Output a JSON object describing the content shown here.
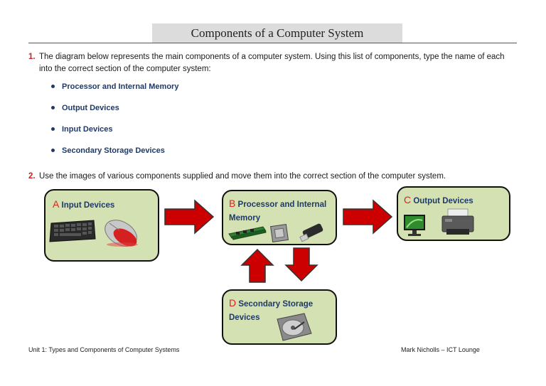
{
  "header": {
    "title": "Components of a Computer System"
  },
  "question1": {
    "number": "1.",
    "line1": "The diagram below represents the main components of a computer system. Using this list of components, type the name of each",
    "line2": "into the correct section of the computer system:"
  },
  "components_list": [
    "Processor and Internal Memory",
    "Output Devices",
    "Input Devices",
    "Secondary Storage Devices"
  ],
  "question2": {
    "number": "2.",
    "text": "Use the images of various components supplied and move them into the correct section of the computer system."
  },
  "diagram": {
    "box_a": {
      "letter": "A",
      "label": "Input Devices",
      "images": [
        "keyboard-image",
        "mouse-image"
      ]
    },
    "box_b": {
      "letter": "B",
      "label_line1": "Processor and Internal",
      "label_line2": "Memory",
      "images": [
        "ram-image",
        "cpu-image",
        "usb-drive-image"
      ]
    },
    "box_c": {
      "letter": "C",
      "label": "Output Devices",
      "images": [
        "monitor-image",
        "printer-image"
      ]
    },
    "box_d": {
      "letter": "D",
      "label_line1": "Secondary Storage",
      "label_line2": "Devices",
      "images": [
        "hard-drive-image"
      ]
    },
    "colors": {
      "box_fill": "#d3e1b3",
      "arrow_fill": "#cc0000",
      "label_color": "#1f3a68",
      "letter_color": "#e02020"
    }
  },
  "footer": {
    "left": "Unit 1: Types and Components of Computer Systems",
    "right": "Mark Nicholls – ICT Lounge"
  }
}
